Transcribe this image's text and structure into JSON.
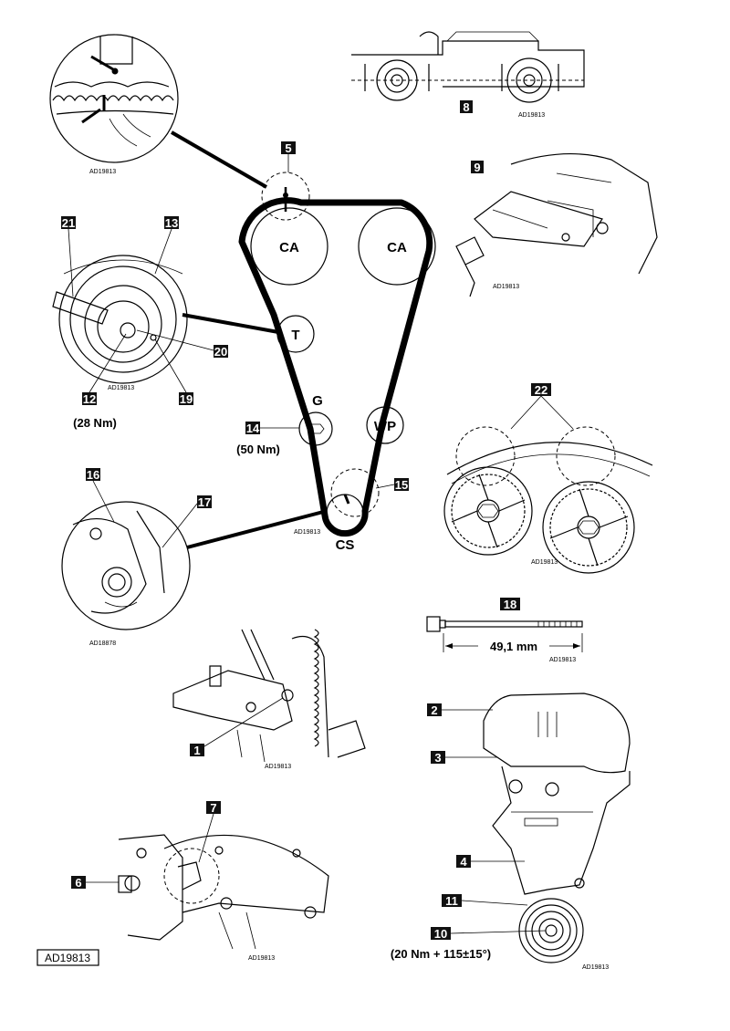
{
  "diagram": {
    "main_code": "AD19813",
    "small_codes": {
      "top_left_detail": "AD19813",
      "top_right_detail": "AD19813",
      "tool_detail": "AD19813",
      "tensioner_detail": "AD19813",
      "belt_layout": "AD19813",
      "sprockets_detail": "AD19813",
      "crank_detail": "AD18878",
      "bolt_detail": "AD19813",
      "block_detail": "AD19813",
      "flywheel_detail": "AD19813",
      "covers_detail": "AD19813"
    },
    "pulleys": {
      "cam_left": "CA",
      "cam_right": "CA",
      "tensioner": "T",
      "guide": "G",
      "water_pump": "WP",
      "crankshaft": "CS"
    },
    "callouts": {
      "c1": "1",
      "c2": "2",
      "c3": "3",
      "c4": "4",
      "c5": "5",
      "c6": "6",
      "c7": "7",
      "c8": "8",
      "c9": "9",
      "c10": "10",
      "c11": "11",
      "c12": "12",
      "c13": "13",
      "c14": "14",
      "c15": "15",
      "c16": "16",
      "c17": "17",
      "c18": "18",
      "c19": "19",
      "c20": "20",
      "c21": "21",
      "c22": "22"
    },
    "torques": {
      "tensioner_bolt": "(28 Nm)",
      "guide_bolt": "(50 Nm)",
      "crank_bolt": "(20 Nm + 115±15°)"
    },
    "bolt_length": "49,1 mm"
  }
}
